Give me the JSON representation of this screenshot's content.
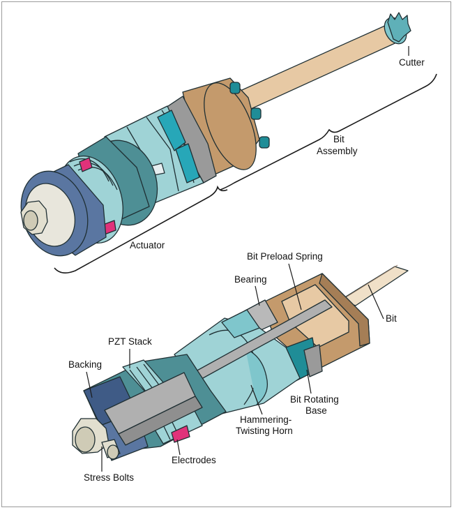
{
  "figure": {
    "top_labels": {
      "cutter": "Cutter",
      "bit_assembly_line1": "Bit",
      "bit_assembly_line2": "Assembly",
      "actuator": "Actuator"
    },
    "bottom_labels": {
      "bit_preload_spring": "Bit Preload Spring",
      "bearing": "Bearing",
      "bit": "Bit",
      "pzt_stack": "PZT Stack",
      "backing": "Backing",
      "bit_rotating_base_line1": "Bit Rotating",
      "bit_rotating_base_line2": "Base",
      "hammering_horn_line1": "Hammering-",
      "hammering_horn_line2": "Twisting Horn",
      "electrodes": "Electrodes",
      "stress_bolts": "Stress Bolts"
    },
    "colors": {
      "backing_blue": "#5a76a1",
      "backing_dark": "#3f5b86",
      "teal": "#4e8f95",
      "light_teal": "#9fd3d6",
      "bright_teal": "#27a7b8",
      "tan": "#c49a6c",
      "light_tan": "#e7c9a4",
      "gray": "#9a9a9a",
      "magenta": "#e0327a",
      "bolt_cream": "#e2dfcf"
    }
  }
}
